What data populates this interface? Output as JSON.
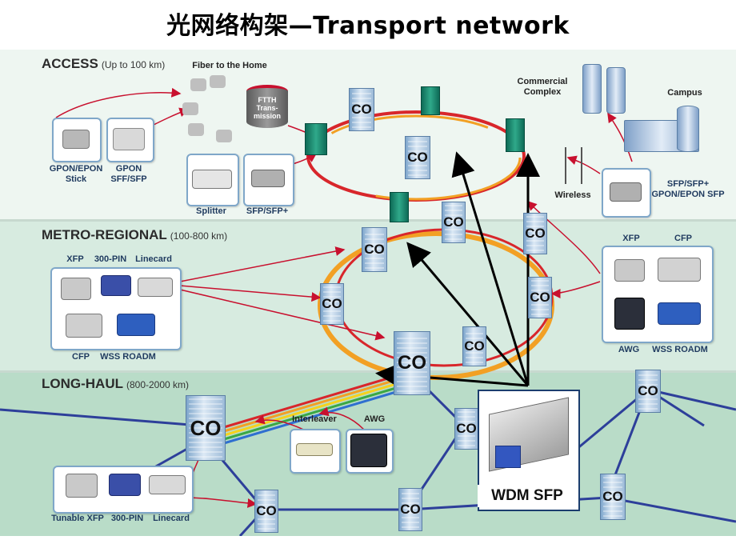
{
  "title": "光网络构架—Transport network",
  "sections": {
    "access": {
      "name": "ACCESS",
      "range": "(Up to 100 km)"
    },
    "metro": {
      "name": "METRO-REGIONAL",
      "range": "(100-800 km)"
    },
    "longhaul": {
      "name": "LONG-HAUL",
      "range": "(800-2000 km)"
    }
  },
  "labels": {
    "fiber_home": "Fiber to the Home",
    "ftth": "FTTH Trans- mission",
    "gpon_stick": "GPON/EPON Stick",
    "gpon_sff": "GPON SFF/SFP",
    "splitter": "Splitter",
    "sfp_plus": "SFP/SFP+",
    "commercial": "Commercial Complex",
    "campus": "Campus",
    "wireless": "Wireless",
    "sfp_gpon": "SFP/SFP+ GPON/EPON SFP",
    "xfp": "XFP",
    "pin300": "300-PIN",
    "linecard": "Linecard",
    "cfp": "CFP",
    "wss": "WSS ROADM",
    "xfp_r": "XFP",
    "cfp_r": "CFP",
    "awg_r": "AWG",
    "wss_r": "WSS ROADM",
    "interleaver": "Interleaver",
    "awg": "AWG",
    "tunable_xfp": "Tunable XFP",
    "pin300_lh": "300-PIN",
    "linecard_lh": "Linecard",
    "wdm_sfp": "WDM SFP"
  },
  "co_label": "CO",
  "colors": {
    "ring_red": "#d8262b",
    "ring_orange": "#f2a024",
    "long_haul_line": "#2d3f9a",
    "arrow_red": "#c8102e",
    "node_green": "#1a8a70"
  }
}
